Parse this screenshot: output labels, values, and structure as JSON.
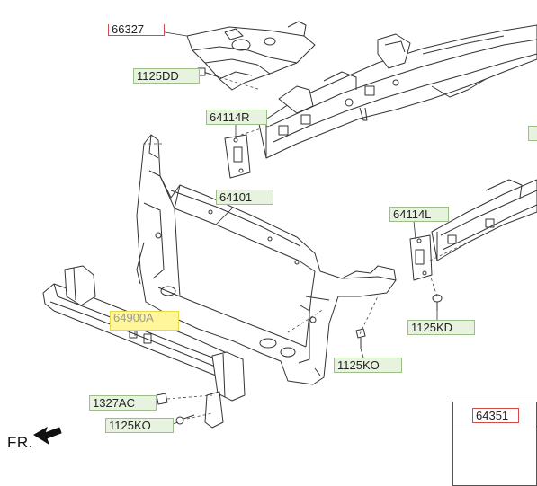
{
  "parts": {
    "p66327": "66327",
    "p1125dd": "1125DD",
    "p64114r": "64114R",
    "p64101": "64101",
    "p64114l": "64114L",
    "p64900a": "64900A",
    "p1125kd": "1125KD",
    "p1125ko_center": "1125KO",
    "p1327ac": "1327AC",
    "p1125ko_bottom": "1125KO",
    "p64351": "64351"
  },
  "direction": {
    "label": "FR."
  },
  "colors": {
    "label_fill": "#e8f3df",
    "label_border": "#9bbf86",
    "highlight": "#fff59a",
    "callout_red": "#d24a4a"
  }
}
